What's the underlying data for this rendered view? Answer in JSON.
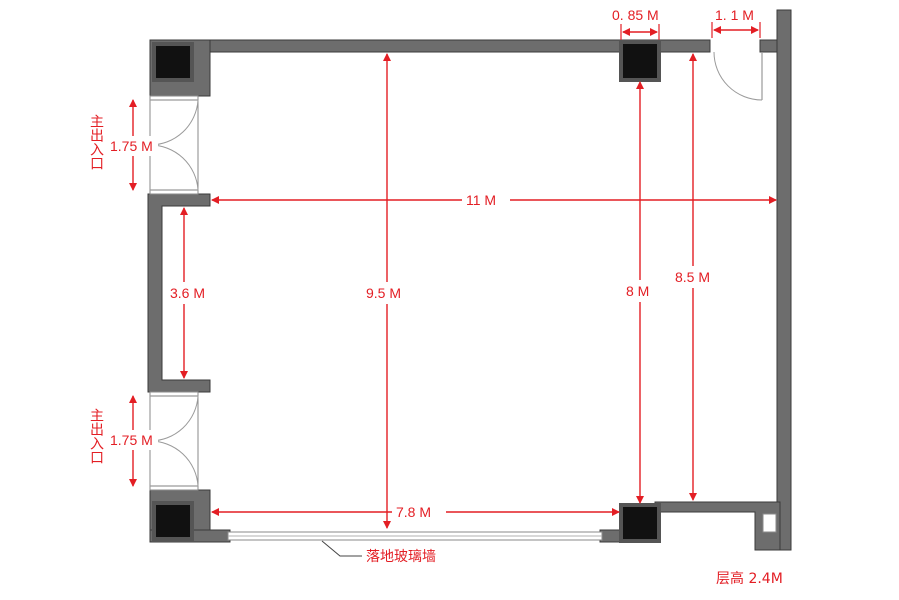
{
  "dimensions": {
    "width_total": "11 M",
    "depth_main": "9.5 M",
    "depth_column": "8 M",
    "depth_right": "8.5 M",
    "bay_bottom": "7.8 M",
    "alcove_height": "3.6 M",
    "column_width": "0. 85 M",
    "door_width": "1. 1 M",
    "entrance_top_width": "1.75 M",
    "entrance_bottom_width": "1.75 M"
  },
  "labels": {
    "entrance_top": "主出入口",
    "entrance_bottom": "主出入口",
    "glass_wall": "落地玻璃墙",
    "floor_height": "层高 2.4M"
  },
  "colors": {
    "dimension": "#e31e24",
    "wall": "#6d6d6d",
    "column": "#111111"
  }
}
